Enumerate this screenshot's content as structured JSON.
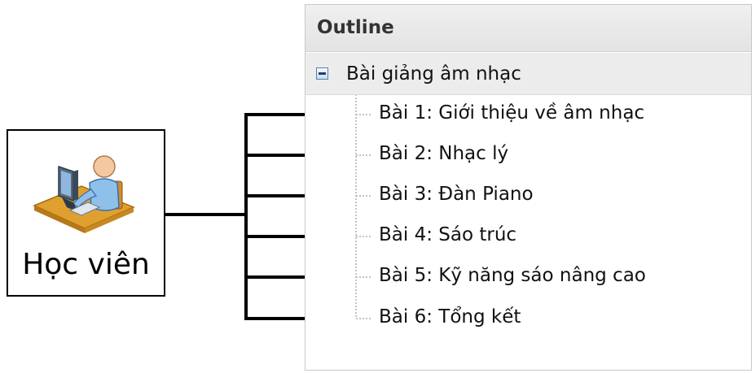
{
  "student": {
    "label": "Học viên",
    "icon": "user-at-computer-icon"
  },
  "outline": {
    "title": "Outline",
    "root": {
      "label": "Bài giảng âm nhạc",
      "icon": "collapse-minus-icon"
    },
    "lessons": [
      {
        "label": "Bài 1: Giới thiệu về âm nhạc"
      },
      {
        "label": "Bài 2: Nhạc lý"
      },
      {
        "label": "Bài 3: Đàn Piano"
      },
      {
        "label": "Bài 4: Sáo trúc"
      },
      {
        "label": "Bài 5: Kỹ năng sáo nâng cao"
      },
      {
        "label": "Bài 6: Tổng kết"
      }
    ]
  },
  "colors": {
    "connector": "#000000",
    "panel_border": "#c8c8c8",
    "header_bg": "#e8e8e8",
    "root_bg": "#ececec"
  }
}
